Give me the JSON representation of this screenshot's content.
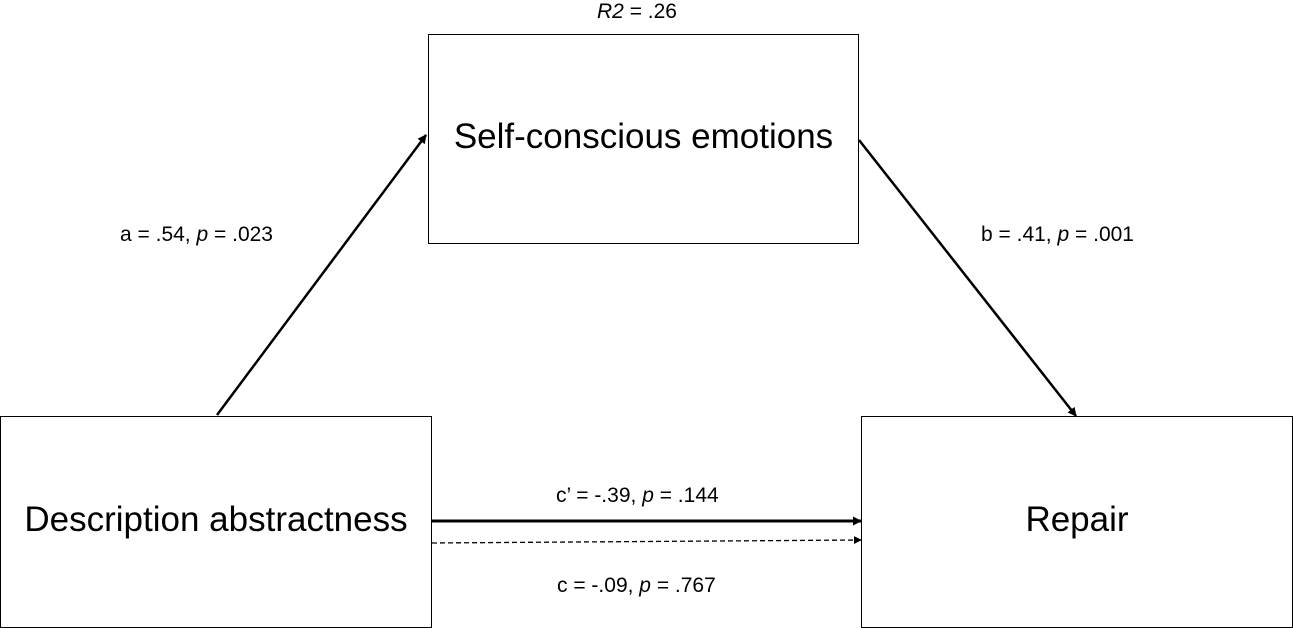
{
  "r2": {
    "var": "R2",
    "rest": " = .26"
  },
  "nodes": {
    "mediator": "Self-conscious emotions",
    "predictor": "Description abstractness",
    "outcome": "Repair"
  },
  "paths": {
    "a": {
      "prefix": "a = .54, ",
      "p_symbol": "p",
      "p_value": " = .023"
    },
    "b": {
      "prefix": "b = .41, ",
      "p_symbol": "p",
      "p_value": " = .001"
    },
    "c_prime": {
      "prefix": "c’ = -.39, ",
      "p_symbol": "p",
      "p_value": " = .144"
    },
    "c": {
      "prefix": "c = -.09, ",
      "p_symbol": "p",
      "p_value": " = .767"
    }
  }
}
